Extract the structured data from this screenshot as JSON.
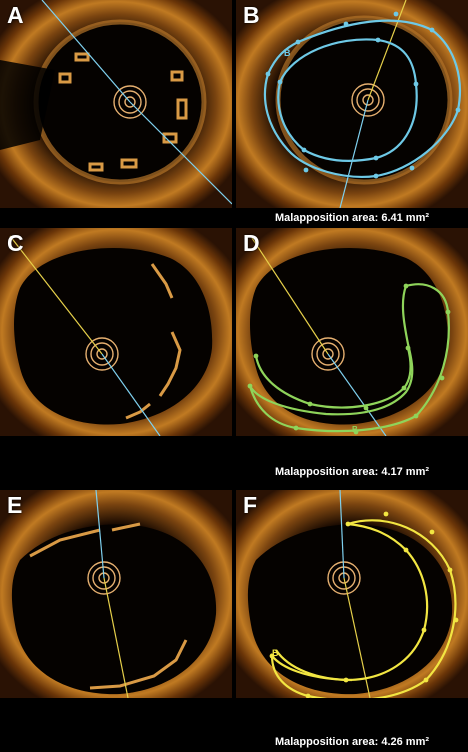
{
  "panels": [
    {
      "label": "A"
    },
    {
      "label": "B",
      "contour_label": "B",
      "contour_color": "#6ec9e6"
    },
    {
      "label": "C"
    },
    {
      "label": "D",
      "contour_label": "B",
      "contour_color": "#8fd45a"
    },
    {
      "label": "E"
    },
    {
      "label": "F",
      "contour_label": "B",
      "contour_color": "#f2e642"
    }
  ],
  "captions": [
    "Malapposition area: 6.41 mm²",
    "Malapposition area: 4.17 mm²",
    "Malapposition area: 4.26 mm²"
  ]
}
